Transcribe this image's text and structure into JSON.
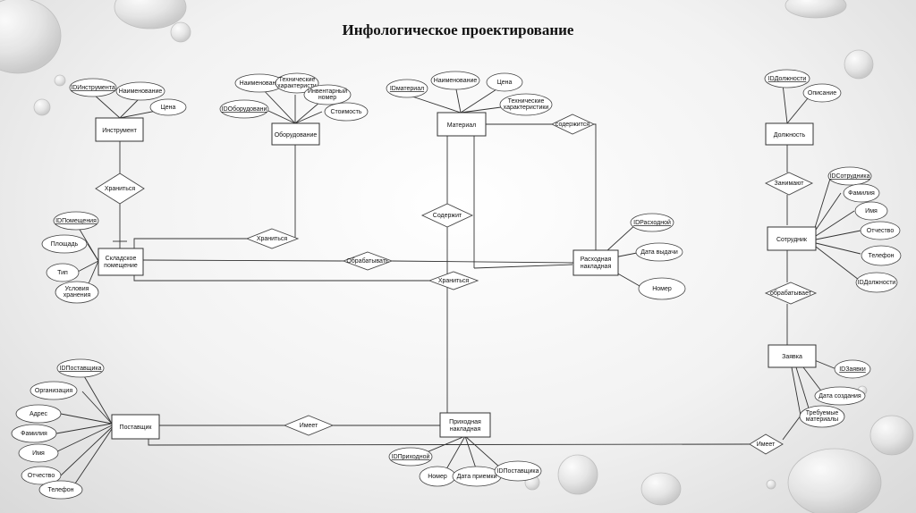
{
  "title": "Инфологическое проектирование",
  "entities": {
    "instrument": "Инструмент",
    "oborudovanie": "Оборудование",
    "material": "Материал",
    "dolzhnost": "Должность",
    "sklad_1": "Складское",
    "sklad_2": "помещение",
    "raskhod_1": "Расходная",
    "raskhod_2": "накладная",
    "sotrudnik": "Сотрудник",
    "zayavka": "Заявка",
    "postavshik": "Поставщик",
    "prikhod_1": "Приходная",
    "prikhod_2": "накладная"
  },
  "relationships": {
    "khranitsya_1": "Храниться",
    "khranitsya_2": "Храниться",
    "soderzhit_1": "Содержит",
    "soderzhitsya": "содержится",
    "obrabatyvat": "Обрабатывать",
    "khranitsya_3": "Храниться",
    "zanimayut": "Занимают",
    "obrabatyvaet": "обрабатывает",
    "imeet_1": "Имеет",
    "imeet_2": "Имеет"
  },
  "attributes": {
    "id_instrumenta": "IDИнструмента",
    "naim_instr": "Наименование",
    "tsena_instr": "Цена",
    "naim_obor": "Наименовани",
    "tekh_obor_1": "Технические",
    "tekh_obor_2": "характеристи",
    "inv_nomer_1": "Инвентарный",
    "inv_nomer_2": "номер",
    "id_oborudovaniya": "IDОборудовани",
    "stoimost": "Стоимость",
    "id_material": "IDматериал",
    "naim_mat": "Наименование",
    "tsena_mat": "Цена",
    "tekh_mat_1": "Технические",
    "tekh_mat_2": "характеристики",
    "id_dolzhnosti_key": "IDДолжности",
    "opisanie": "Описание",
    "id_pomesheniya": "IDПомещения",
    "ploshad": "Площадь",
    "tip": "Тип",
    "usloviya_1": "Условия",
    "usloviya_2": "хранения",
    "id_raskhodnoy": "IDРасходной",
    "data_vydachi": "Дата выдачи",
    "nomer_rask": "Номер",
    "id_sotrudnika": "IDСотрудника",
    "familiya_sotr": "Фамилия",
    "imya_sotr": "Имя",
    "otchestvo_sotr": "Отчество",
    "telefon_sotr": "Телефон",
    "id_dolzhnosti_fk": "IDДолжности",
    "id_zayavki": "IDЗаявки",
    "data_sozdaniya": "Дата создания",
    "treb_mat_1": "Требуемые",
    "treb_mat_2": "материалы",
    "id_postavshika": "IDПоставщика",
    "organizatsiya": "Организация",
    "adres": "Адрес",
    "familiya_post": "Фамилия",
    "imya_post": "Имя",
    "otchestvo_post": "Отчество",
    "telefon_post": "Телефон",
    "id_prikhodnoy": "IDПриходной",
    "nomer_prikh": "Номер",
    "data_priemki": "Дата приемки",
    "id_postavshika_fk": "IDПоставщика"
  }
}
